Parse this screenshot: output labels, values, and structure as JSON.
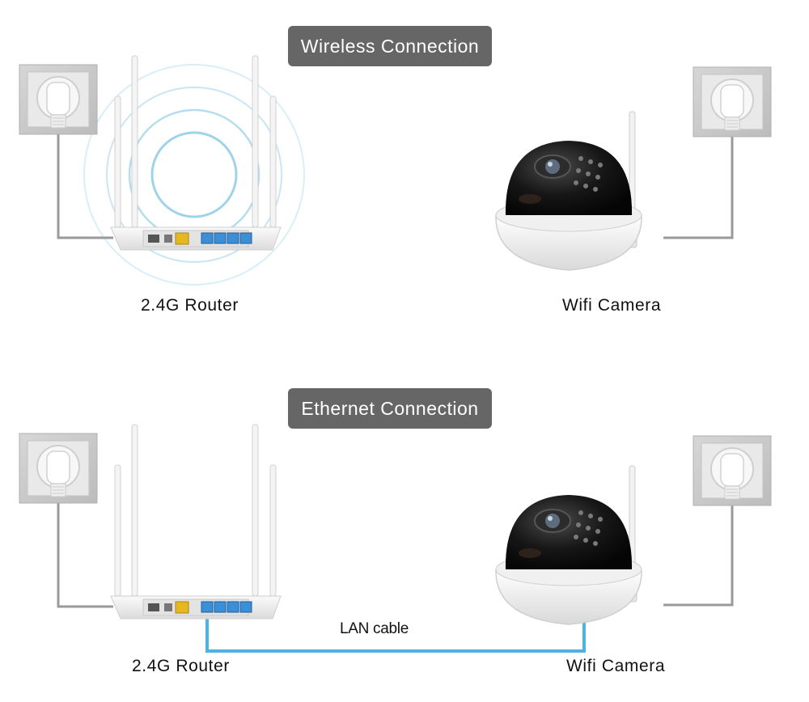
{
  "wireless": {
    "title": "Wireless Connection",
    "router_label": "2.4G Router",
    "camera_label": "Wifi Camera"
  },
  "ethernet": {
    "title": "Ethernet Connection",
    "router_label": "2.4G Router",
    "camera_label": "Wifi Camera",
    "cable_label": "LAN cable"
  },
  "colors": {
    "pill": "#666666",
    "signal": "#9fd3ea",
    "lan_cable": "#4fb3e0",
    "power_cable": "#9a9a9a",
    "camera_dome": "#1a1a1a",
    "camera_body": "#eeeeee",
    "router_body": "#f1f1f1",
    "lan_port": "#3a8fd6",
    "wan_port": "#e6b820"
  }
}
